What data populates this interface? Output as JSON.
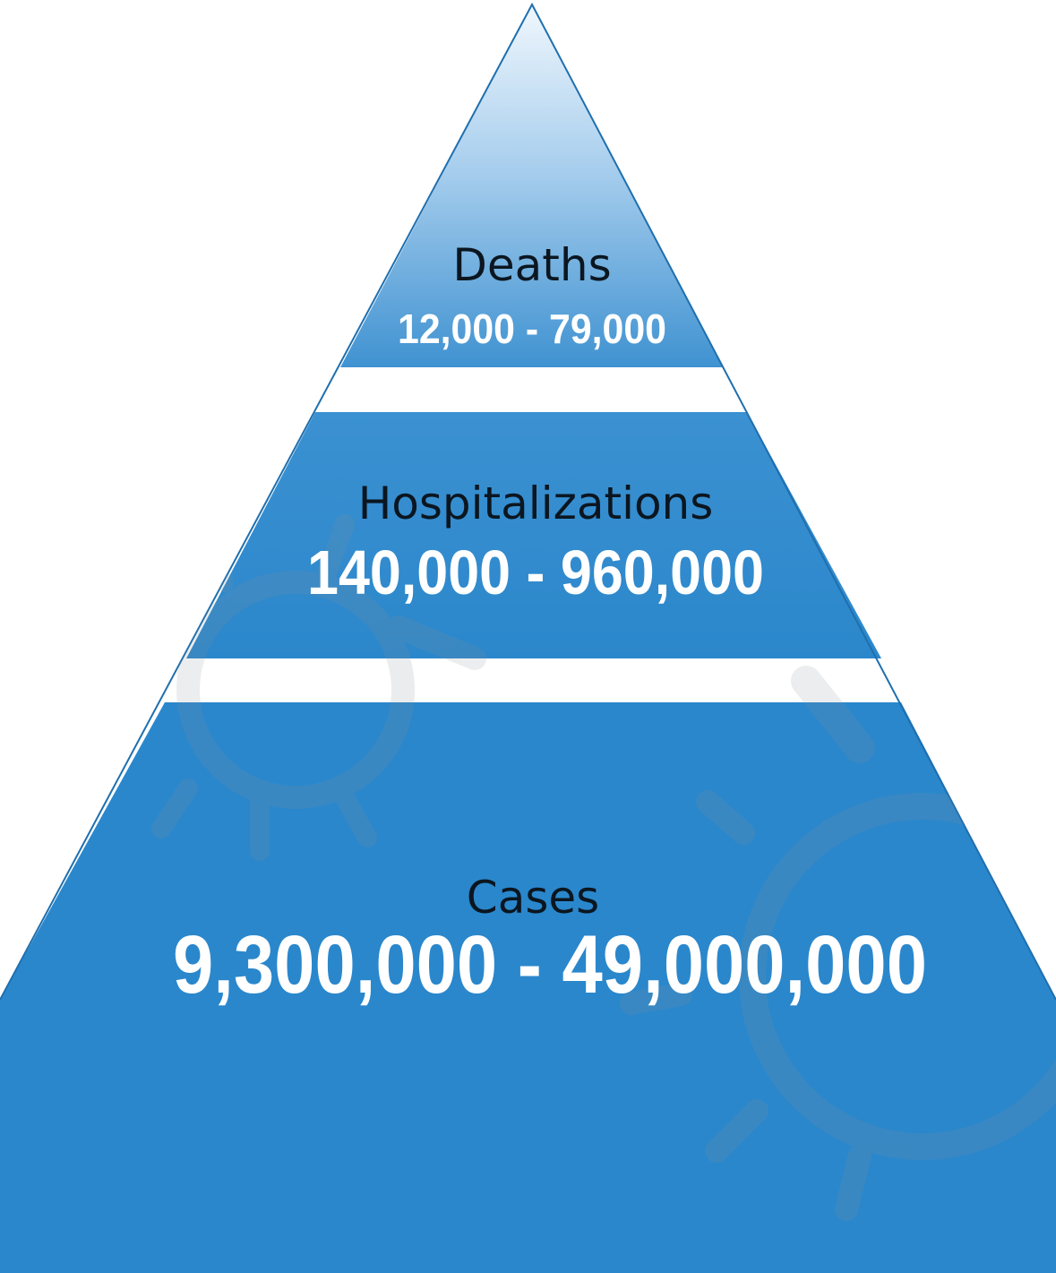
{
  "colors": {
    "background": "#ffffff",
    "pyramid_blue": "#2a87cc",
    "pyramid_light": "#e9f3fb",
    "outline": "#1f6fae",
    "label_text": "#0b1620",
    "value_text": "#ffffff",
    "virus_watermark": "#8a8f95"
  },
  "tiers": [
    {
      "label": "Deaths",
      "value": "12,000 - 79,000"
    },
    {
      "label": "Hospitalizations",
      "value": "140,000 - 960,000"
    },
    {
      "label": "Cases",
      "value": "9,300,000 - 49,000,000"
    }
  ],
  "watermark_icons": [
    "virus-icon",
    "virus-icon"
  ]
}
